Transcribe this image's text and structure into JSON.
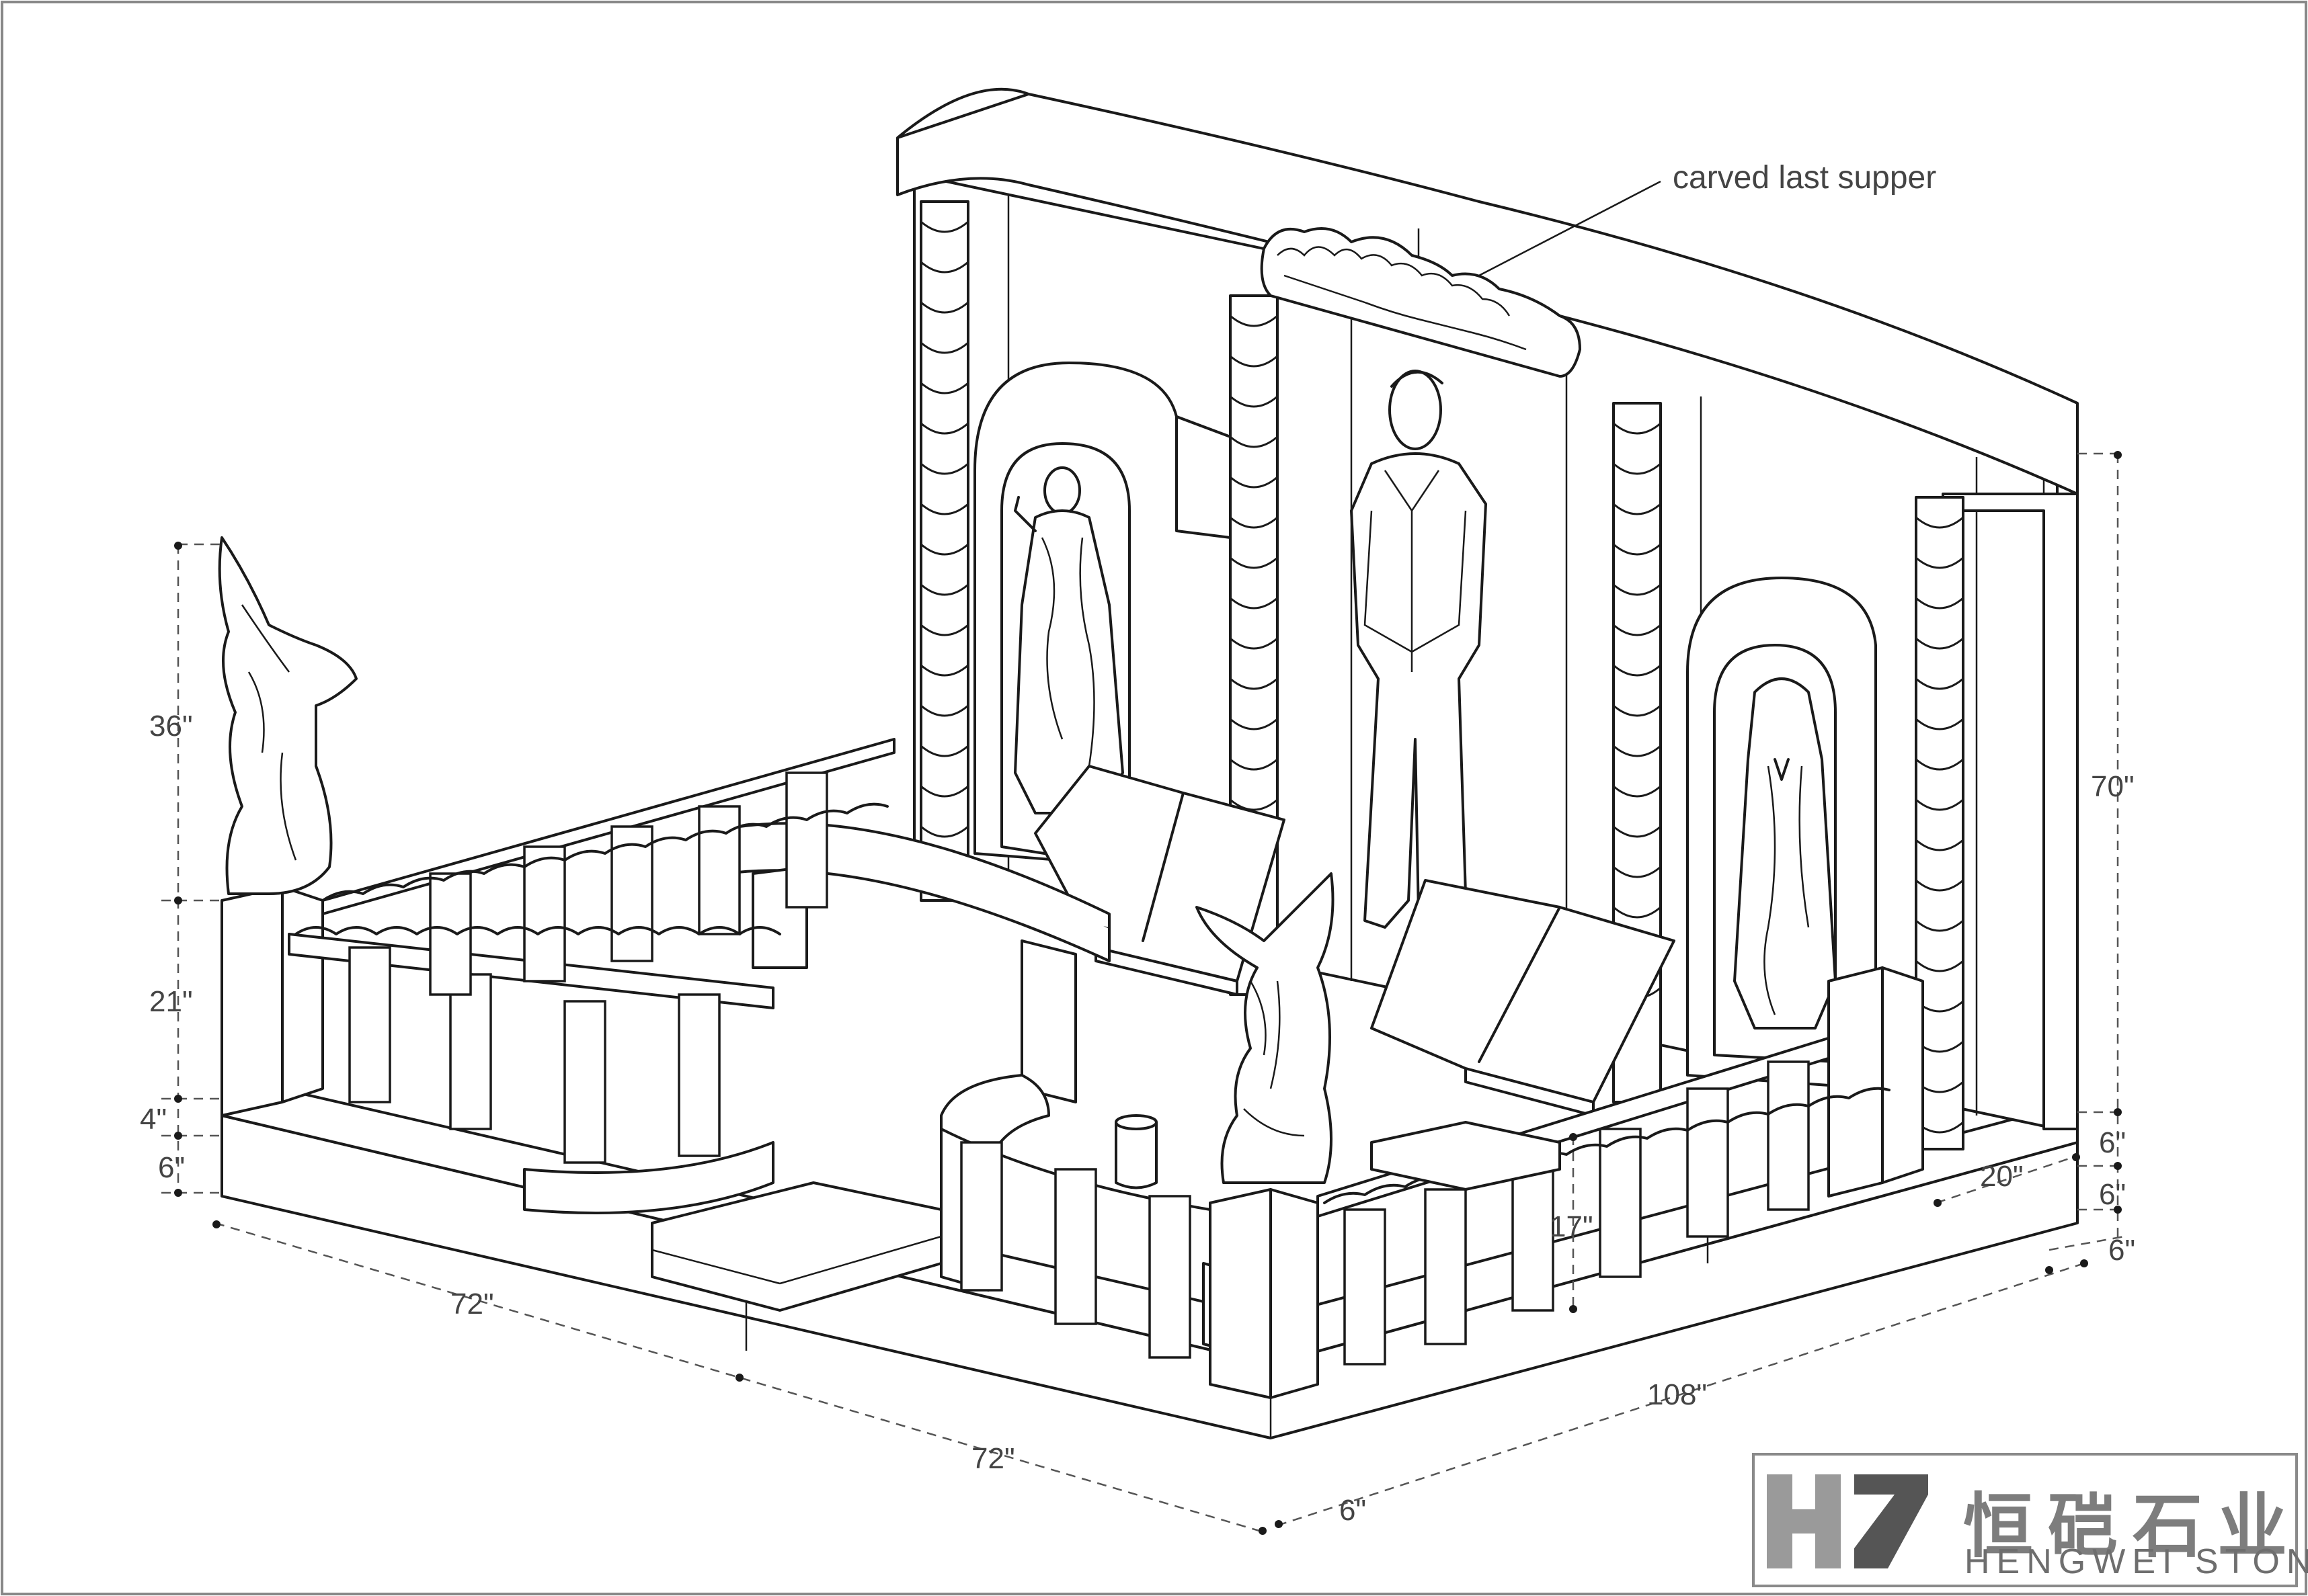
{
  "annotation": "carved last supper",
  "dimensions": {
    "statue_height": "36\"",
    "rail_height": "21\"",
    "base_step": "4\"",
    "base_bottom": "6\"",
    "left_front_length": "72\"",
    "right_front_length": "72\"",
    "right_length": "108\"",
    "front_thickness": "6\"",
    "monument_height": "70\"",
    "back_step_1": "6\"",
    "back_step_2": "6\"",
    "back_step_3": "6\"",
    "depth": "20\"",
    "bench_height": "17\""
  },
  "logo": {
    "chinese_name": "恒硙石业",
    "english_name": "HENGWEI STONE",
    "mark": "hw-logo-icon"
  },
  "colors": {
    "line": "#1a1a1a",
    "dimension": "#444444",
    "logo_dark": "#555555",
    "logo_light": "#9a9a9a"
  }
}
